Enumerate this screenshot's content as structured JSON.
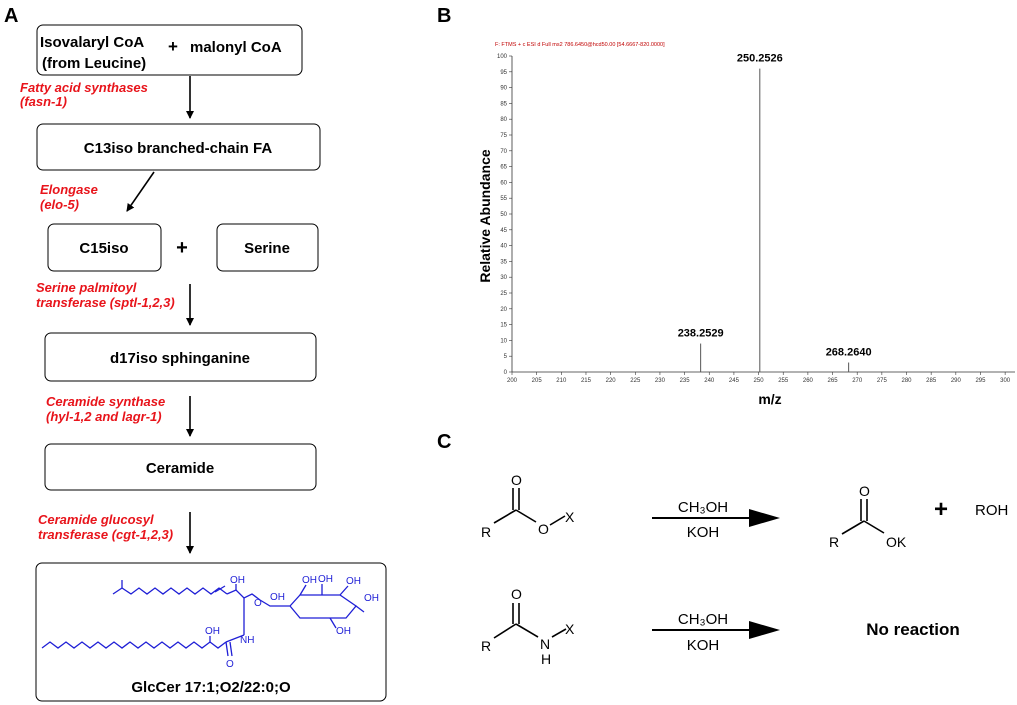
{
  "colors": {
    "enzyme": "#e8141b",
    "structure": "#1f1fd6",
    "header": "#c00000"
  },
  "panelA": {
    "label": "A",
    "box1_line1": "Isovalaryl CoA",
    "box1_line2": "(from Leucine)",
    "box1_plus": "+",
    "box1_right": "malonyl CoA",
    "enz1_line1": "Fatty acid synthases",
    "enz1_line2": "(fasn-1)",
    "box2": "C13iso branched-chain FA",
    "enz2_line1": "Elongase",
    "enz2_line2": "(elo-5)",
    "box3a": "C15iso",
    "plus": "+",
    "box3b": "Serine",
    "enz3_line1": "Serine palmitoyl",
    "enz3_line2": "transferase (sptl-1,2,3)",
    "box4": "d17iso sphinganine",
    "enz4_line1": "Ceramide synthase",
    "enz4_line2": "(hyl-1,2 and lagr-1)",
    "box5": "Ceramide",
    "enz5_line1": "Ceramide glucosyl",
    "enz5_line2": "transferase (cgt-1,2,3)",
    "structure_labels": {
      "oh": "OH",
      "o": "O",
      "nh": "NH"
    },
    "box6_caption": "GlcCer 17:1;O2/22:0;O"
  },
  "panelB": {
    "label": "B",
    "header": "F: FTMS + c ESI d Full ms2 786.6450@hcd50.00 [54.6667-820.0000]",
    "ylabel": "Relative Abundance",
    "xlabel": "m/z"
  },
  "chart_data": {
    "type": "bar",
    "title": "",
    "xlabel": "m/z",
    "ylabel": "Relative Abundance",
    "xlim": [
      200,
      302
    ],
    "ylim": [
      0,
      100
    ],
    "x_ticks": [
      200,
      205,
      210,
      215,
      220,
      225,
      230,
      235,
      240,
      245,
      250,
      255,
      260,
      265,
      270,
      275,
      280,
      285,
      290,
      295,
      300
    ],
    "y_ticks": [
      0,
      5,
      10,
      15,
      20,
      25,
      30,
      35,
      40,
      45,
      50,
      55,
      60,
      65,
      70,
      75,
      80,
      85,
      90,
      95,
      100
    ],
    "peaks": [
      {
        "mz": 238.2529,
        "intensity": 9,
        "label": "238.2529"
      },
      {
        "mz": 250.2526,
        "intensity": 96,
        "label": "250.2526"
      },
      {
        "mz": 268.264,
        "intensity": 3,
        "label": "268.2640"
      }
    ]
  },
  "panelC": {
    "label": "C",
    "o": "O",
    "r": "R",
    "x": "X",
    "ok": "OK",
    "nh_n": "N",
    "nh_h": "H",
    "reagent1": "CH₃OH",
    "reagent2": "KOH",
    "plus": "+",
    "roh": "ROH",
    "no_reaction": "No reaction"
  }
}
